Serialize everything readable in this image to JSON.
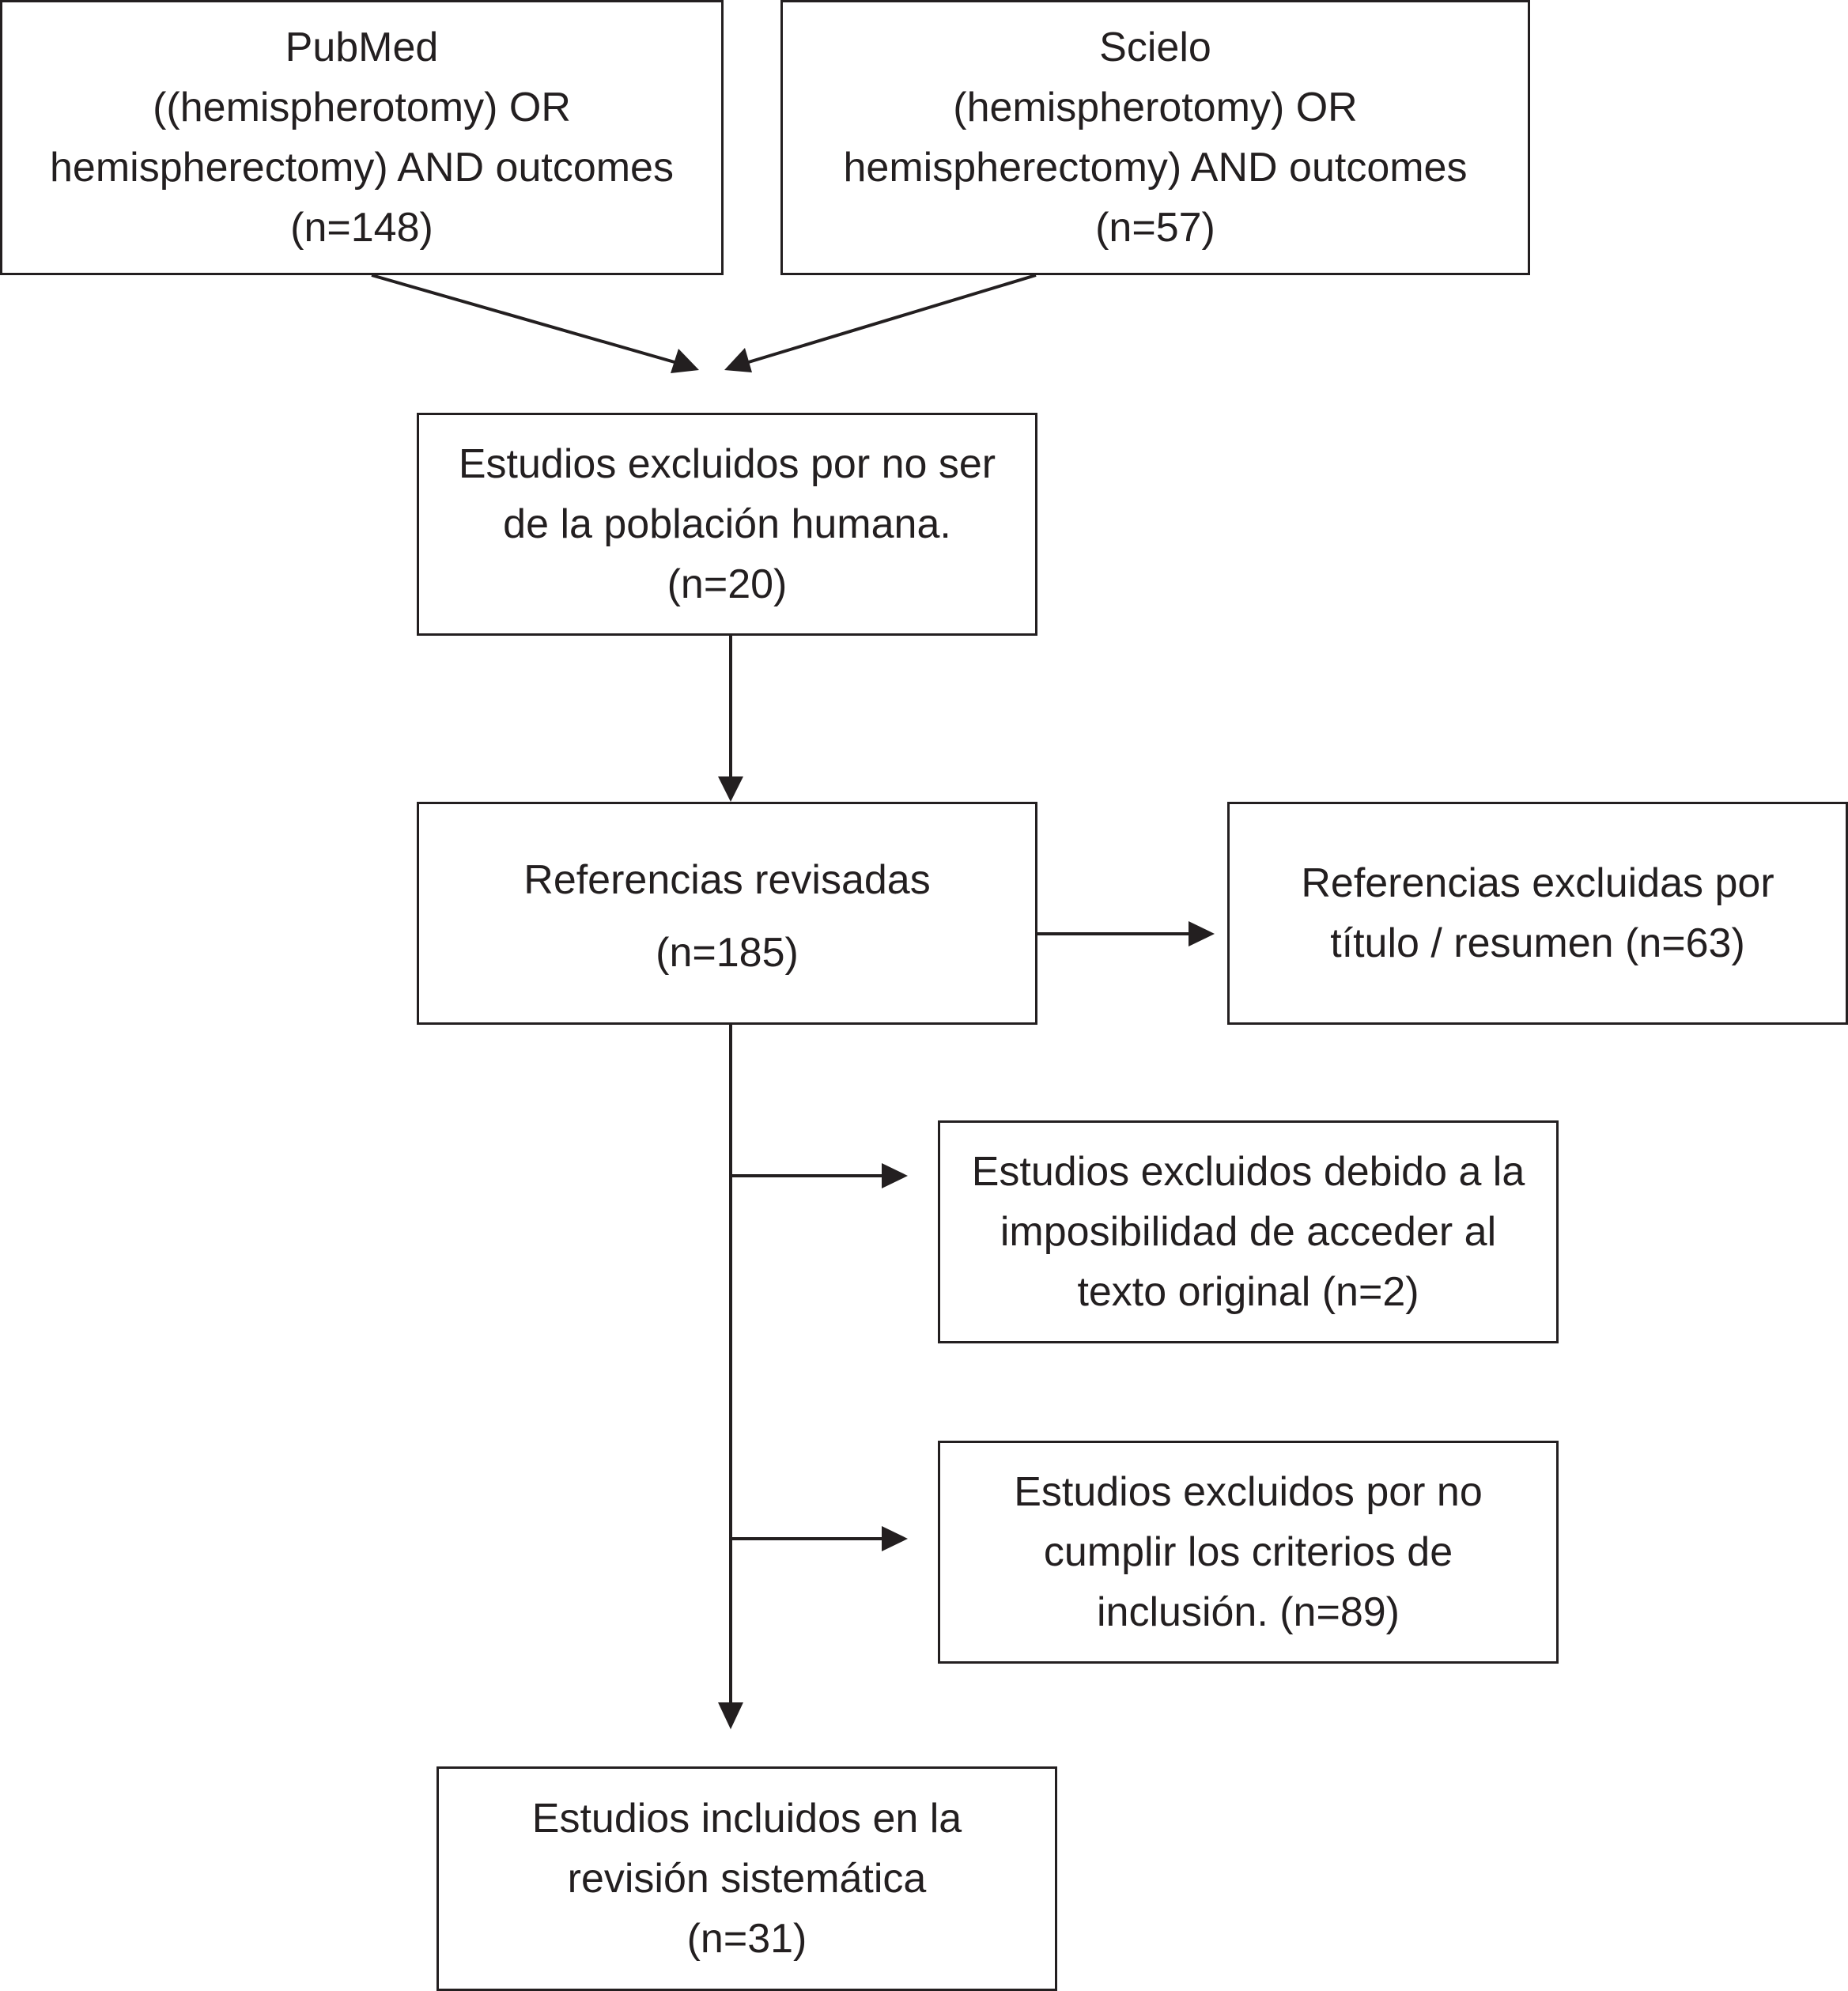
{
  "boxes": {
    "pubmed": {
      "lines": [
        "PubMed",
        "((hemispherotomy) OR",
        "hemispherectomy) AND outcomes",
        "(n=148)"
      ]
    },
    "scielo": {
      "lines": [
        "Scielo",
        "(hemispherotomy) OR",
        "hemispherectomy) AND outcomes",
        "(n=57)"
      ]
    },
    "excluded_non_human": {
      "lines": [
        "Estudios excluidos por no ser",
        "de la población humana.",
        "(n=20)"
      ]
    },
    "references_reviewed": {
      "lines": [
        "Referencias revisadas",
        "(n=185)"
      ]
    },
    "excluded_title_abstract": {
      "lines": [
        "Referencias excluidas por",
        "título / resumen (n=63)"
      ]
    },
    "excluded_no_access": {
      "lines": [
        "Estudios excluidos debido a la",
        "imposibilidad de acceder al",
        "texto original (n=2)"
      ]
    },
    "excluded_criteria": {
      "lines": [
        "Estudios excluidos por no",
        "cumplir los criterios de",
        "inclusión. (n=89)"
      ]
    },
    "included": {
      "lines": [
        "Estudios incluidos en la",
        "revisión sistemática",
        "(n=31)"
      ]
    }
  },
  "colors": {
    "stroke": "#231f20",
    "background": "#ffffff"
  }
}
